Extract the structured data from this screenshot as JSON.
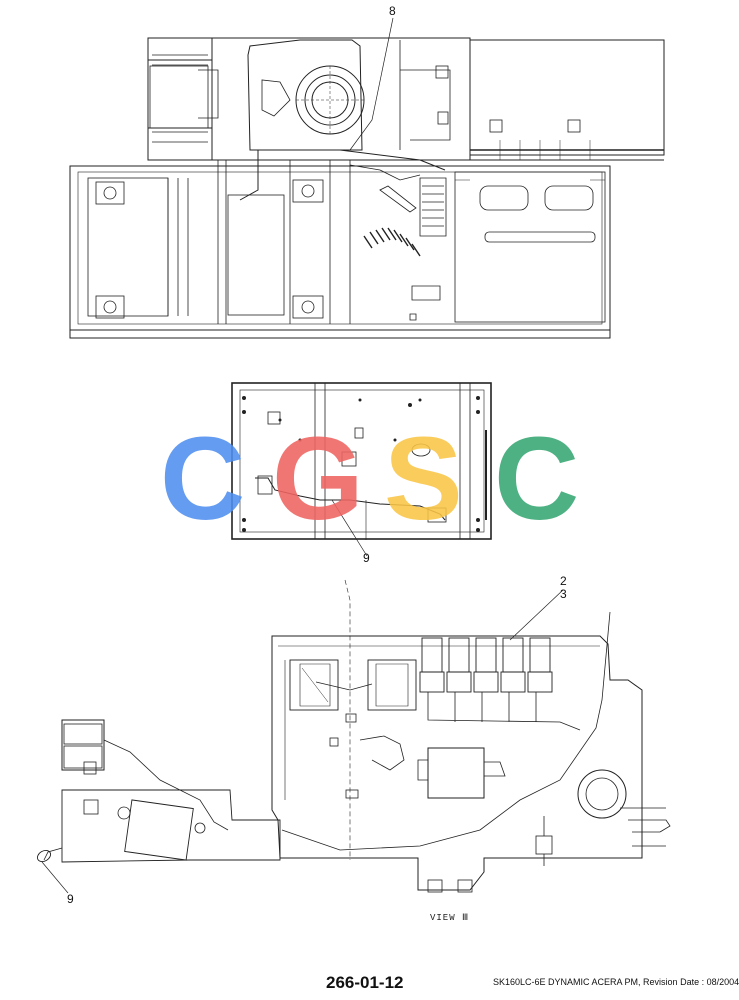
{
  "callouts": {
    "top_8": "8",
    "mid_9": "9",
    "bottom_2": "2",
    "bottom_3": "3",
    "bottom_9": "9"
  },
  "view_label": "VIEW Ⅲ",
  "footer": {
    "page_number": "266-01-12",
    "revision": "SK160LC-6E DYNAMIC ACERA PM, Revision Date : 08/2004"
  },
  "watermark": {
    "letters": [
      "C",
      "G",
      "S",
      "C"
    ],
    "colors": [
      "#4f8ff0",
      "#ef6461",
      "#f9c545",
      "#35a772"
    ]
  }
}
